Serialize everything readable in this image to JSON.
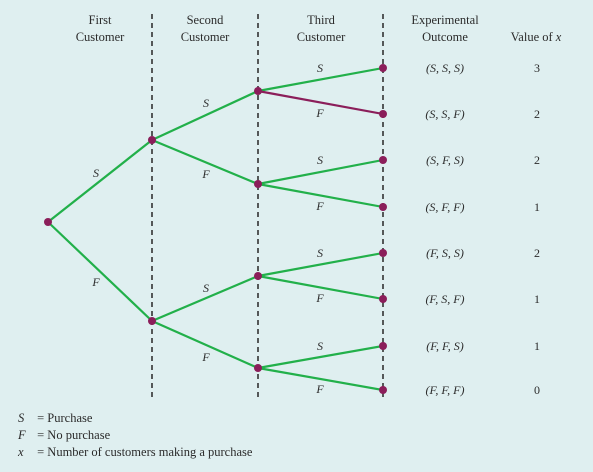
{
  "headers": {
    "first": [
      "First",
      "Customer"
    ],
    "second": [
      "Second",
      "Customer"
    ],
    "third": [
      "Third",
      "Customer"
    ],
    "outcome": [
      "Experimental",
      "Outcome"
    ],
    "value": "Value of x"
  },
  "branch_labels": {
    "success": "S",
    "failure": "F"
  },
  "outcomes": [
    {
      "outcome": "(S, S, S)",
      "value": "3"
    },
    {
      "outcome": "(S, S, F)",
      "value": "2"
    },
    {
      "outcome": "(S, F, S)",
      "value": "2"
    },
    {
      "outcome": "(S, F, F)",
      "value": "1"
    },
    {
      "outcome": "(F, S, S)",
      "value": "2"
    },
    {
      "outcome": "(F, S, F)",
      "value": "1"
    },
    {
      "outcome": "(F, F, S)",
      "value": "1"
    },
    {
      "outcome": "(F, F, F)",
      "value": "0"
    }
  ],
  "highlighted_outcome_index": 1,
  "legend": [
    {
      "symbol": "S",
      "text": "= Purchase"
    },
    {
      "symbol": "F",
      "text": "= No purchase"
    },
    {
      "symbol": "x",
      "text": "= Number of customers making a purchase"
    }
  ],
  "colors": {
    "background": "#dfeff0",
    "branch": "#22b04a",
    "highlight_branch": "#8b1e5a",
    "node": "#8b1e5a",
    "divider": "#333333"
  }
}
